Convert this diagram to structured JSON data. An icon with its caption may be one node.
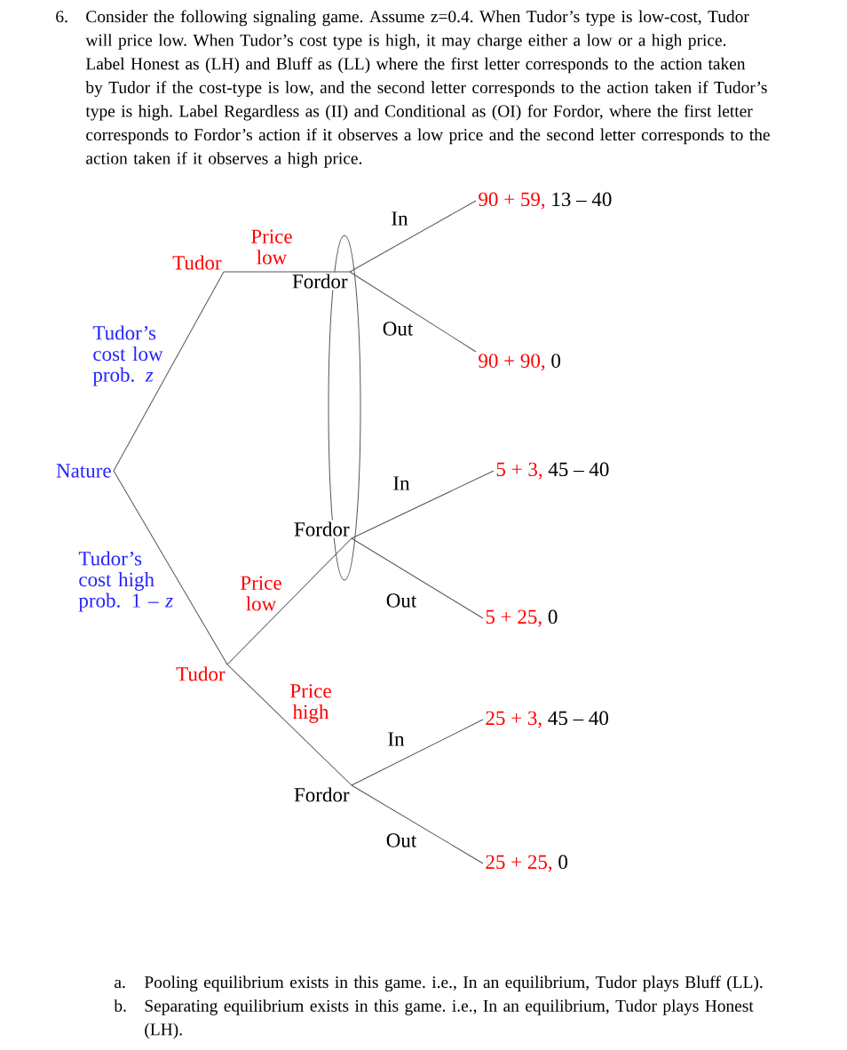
{
  "diagram": {
    "nodes": [
      {
        "text": [
          "Nature"
        ]
      },
      {
        "text": [
          "Tudor"
        ]
      },
      {
        "text": [
          "Fordor"
        ]
      },
      {
        "text": [
          "Fordor"
        ]
      },
      {
        "text": [
          "Tudor"
        ]
      },
      {
        "text": [
          "Fordor"
        ]
      },
      {
        "text": [
          "90 + 59,",
          "13 – 40"
        ]
      },
      {
        "text": [
          "90 + 90,",
          "0"
        ]
      },
      {
        "text": [
          "5 + 3,",
          "45 – 40"
        ]
      },
      {
        "text": [
          "5 + 25,",
          "0"
        ]
      },
      {
        "text": [
          "25 + 3,",
          "45 – 40"
        ]
      },
      {
        "text": [
          "25 + 25,",
          "0"
        ]
      }
    ],
    "edges": [
      {
        "from": 0,
        "to": 1,
        "arrow": "none",
        "label": "Tudor’s cost low prob. *z*"
      },
      {
        "from": 0,
        "to": 4,
        "arrow": "none",
        "label": "Tudor’s cost high prob. 1 – *z*"
      },
      {
        "from": 1,
        "to": 2,
        "arrow": "none",
        "label": "Price low"
      },
      {
        "from": 4,
        "to": 3,
        "arrow": "none",
        "label": "Price low"
      },
      {
        "from": 4,
        "to": 5,
        "arrow": "none",
        "label": "Price high"
      },
      {
        "from": 2,
        "to": 6,
        "arrow": "none",
        "label": "In"
      },
      {
        "from": 2,
        "to": 7,
        "arrow": "none",
        "label": "Out"
      },
      {
        "from": 3,
        "to": 8,
        "arrow": "none",
        "label": "In"
      },
      {
        "from": 3,
        "to": 9,
        "arrow": "none",
        "label": "Out"
      },
      {
        "from": 5,
        "to": 10,
        "arrow": "none",
        "label": "In"
      },
      {
        "from": 5,
        "to": 11,
        "arrow": "none",
        "label": "Out"
      }
    ],
    "labels": [
      "6.",
      "Consider the following signaling game. Assume z=0.4. When Tudor’s type is low-cost, Tudor will price low. When Tudor’s cost type is high, it may charge either a low or a high price. Label Honest as (LH) and Bluff as (LL) where the first letter corresponds to the action taken by Tudor if the cost-type is low, and the second letter corresponds to the action taken if Tudor’s type is high. Label Regardless as (II) and Conditional as (OI) for Fordor, where the first letter corresponds to Fordor’s action if it observes a low price and the second letter corresponds to the action taken if it observes a high price.",
      "a.",
      "Pooling equilibrium exists in this game. i.e., In an equilibrium, Tudor plays Bluff (LL).",
      "b.",
      "Separating equilibrium exists in this game. i.e., In an equilibrium, Tudor plays Honest (LH)."
    ]
  }
}
